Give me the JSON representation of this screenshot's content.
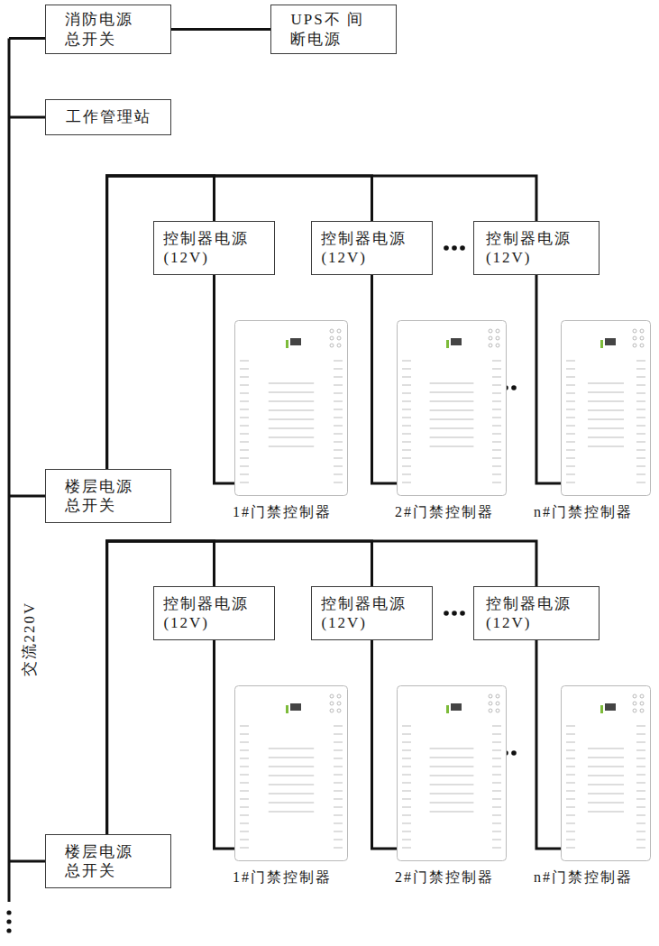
{
  "diagram": {
    "nodes": [
      {
        "text": [
          "消防电源 总开关"
        ]
      },
      {
        "text": [
          "UPS不 间断电源"
        ]
      },
      {
        "text": [
          "工作管理站"
        ]
      },
      {
        "text": [
          "控制器电源 (12V)"
        ]
      },
      {
        "text": [
          "控制器电源 (12V)"
        ]
      },
      {
        "text": [
          "控制器电源 (12V)"
        ]
      },
      {
        "text": [
          "1#门禁控制器"
        ]
      },
      {
        "text": [
          "2#门禁控制器"
        ]
      },
      {
        "text": [
          "n#门禁控制器"
        ]
      },
      {
        "text": [
          "楼层电源 总开关"
        ]
      },
      {
        "text": [
          "控制器电源 (12V)"
        ]
      },
      {
        "text": [
          "控制器电源 (12V)"
        ]
      },
      {
        "text": [
          "控制器电源 (12V)"
        ]
      },
      {
        "text": [
          "1#门禁控制器"
        ]
      },
      {
        "text": [
          "2#门禁控制器"
        ]
      },
      {
        "text": [
          "n#门禁控制器"
        ]
      },
      {
        "text": [
          "楼层电源 总开关"
        ]
      }
    ],
    "edges": [
      {
        "from": 0,
        "to": 1,
        "arrow": "none"
      },
      {
        "from": 9,
        "to": 3,
        "arrow": "none"
      },
      {
        "from": 9,
        "to": 4,
        "arrow": "none"
      },
      {
        "from": 9,
        "to": 5,
        "arrow": "none"
      },
      {
        "from": 3,
        "to": 6,
        "arrow": "none"
      },
      {
        "from": 4,
        "to": 7,
        "arrow": "none"
      },
      {
        "from": 5,
        "to": 8,
        "arrow": "none"
      },
      {
        "from": 16,
        "to": 10,
        "arrow": "none"
      },
      {
        "from": 16,
        "to": 11,
        "arrow": "none"
      },
      {
        "from": 16,
        "to": 12,
        "arrow": "none"
      },
      {
        "from": 10,
        "to": 13,
        "arrow": "none"
      },
      {
        "from": 11,
        "to": 14,
        "arrow": "none"
      },
      {
        "from": 12,
        "to": 15,
        "arrow": "none"
      }
    ],
    "labels": [
      "交流220V"
    ]
  }
}
